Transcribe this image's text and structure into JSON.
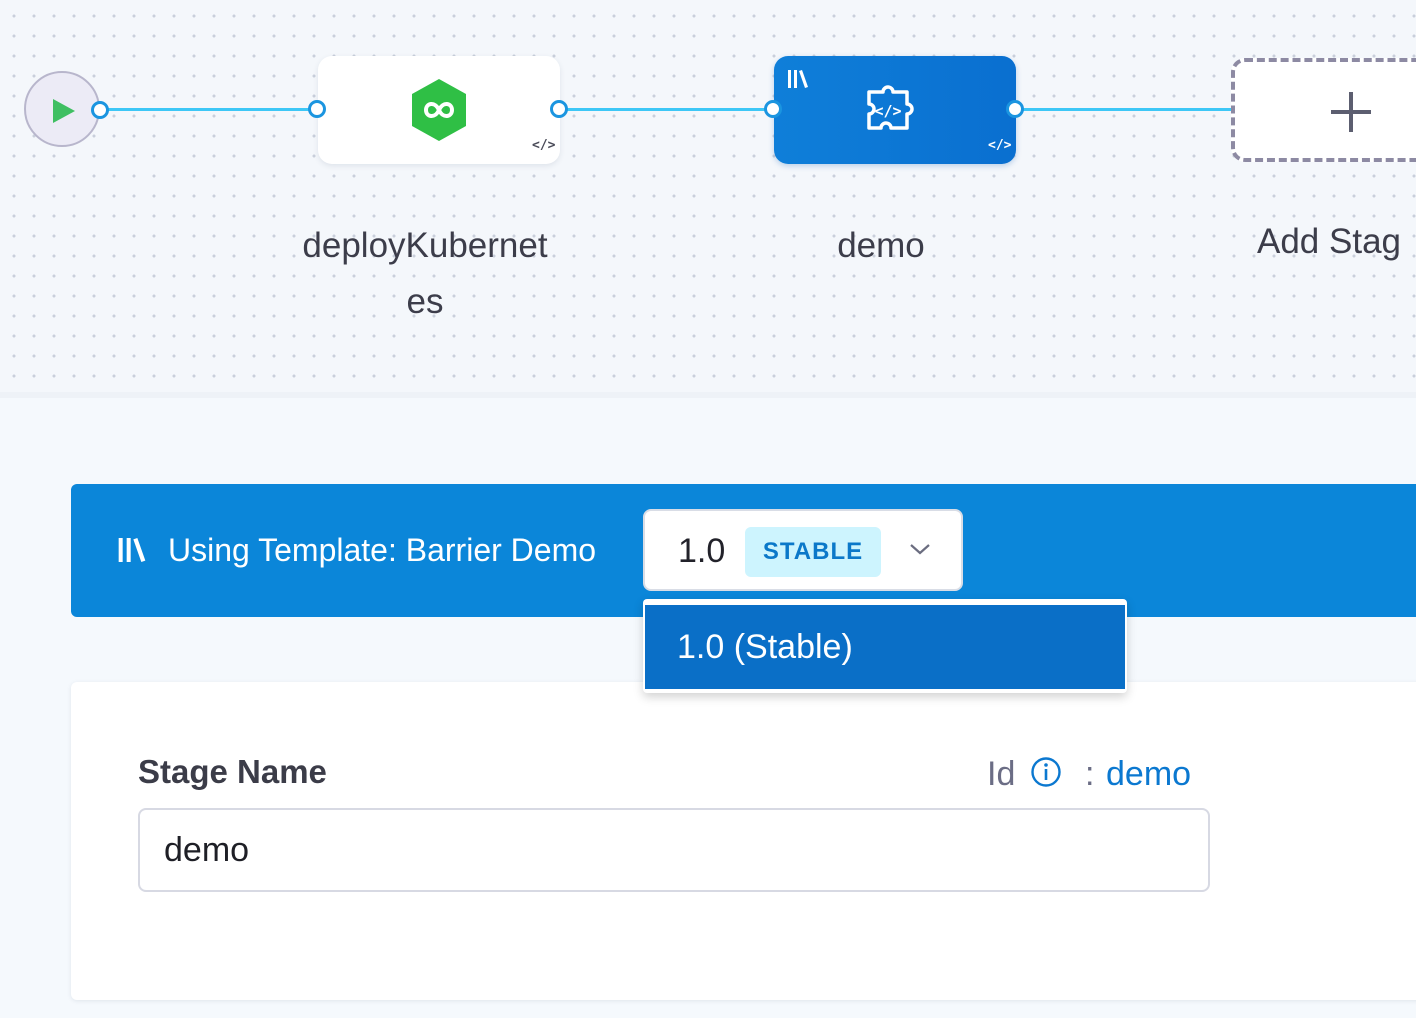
{
  "pipeline": {
    "stages": [
      {
        "name": "deployKubernetes",
        "label_line1": "deployKubernet",
        "label_line2": "es",
        "icon": "kubernetes-deploy-icon"
      },
      {
        "name": "demo",
        "label_line1": "demo",
        "icon": "template-stage-icon",
        "selected": true
      }
    ],
    "add_stage_label": "Add Stag",
    "start_icon": "play-icon",
    "code_badge": "</>"
  },
  "template_bar": {
    "text": "Using Template: Barrier Demo",
    "icon": "template-library-icon",
    "version": "1.0",
    "status_tag": "STABLE"
  },
  "version_dropdown": {
    "options": [
      {
        "label": "1.0 (Stable)",
        "selected": true
      }
    ]
  },
  "form": {
    "stage_name_label": "Stage Name",
    "stage_name_value": "demo",
    "id_label": "Id",
    "id_separator": ":",
    "id_value": "demo"
  },
  "colors": {
    "accent": "#0b86d9",
    "link": "#3dc7f6",
    "selected_option": "#0a6fc7",
    "stable_tag_bg": "#cdf4fe",
    "k8s_green": "#2fbf45"
  }
}
